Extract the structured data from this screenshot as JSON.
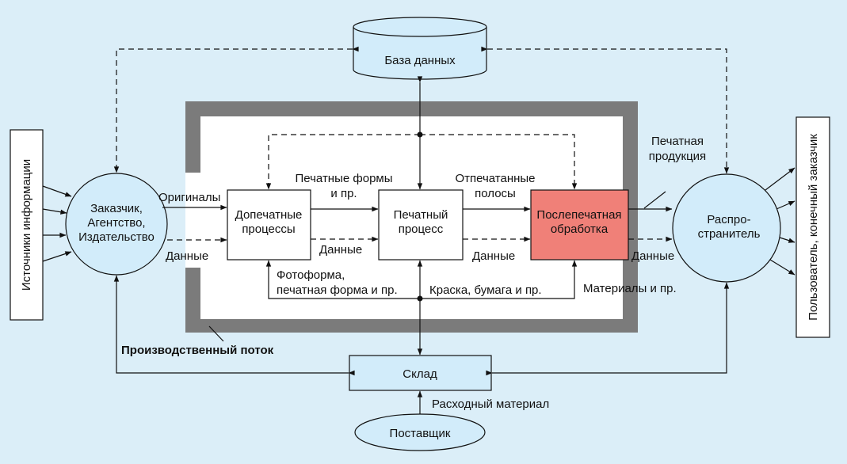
{
  "colors": {
    "background": "#dbeef8",
    "node_fill": "#d2ecfa",
    "box_fill": "#ffffff",
    "highlight_fill": "#f08078",
    "frame_gray": "#7b7b7b",
    "line": "#111111"
  },
  "nodes": {
    "sources": "Источники информации",
    "customer": [
      "Заказчик,",
      "Агентство,",
      "Издательство"
    ],
    "database": "База данных",
    "prepress": [
      "Допечатные",
      "процессы"
    ],
    "press": [
      "Печатный",
      "процесс"
    ],
    "postpress": [
      "Послепечатная",
      "обработка"
    ],
    "distributor": [
      "Распро-",
      "странитель"
    ],
    "end_user": "Пользователь, конечный заказчик",
    "warehouse": "Склад",
    "supplier": "Поставщик"
  },
  "labels": {
    "originals": "Оригиналы",
    "data_1": "Данные",
    "data_2": "Данные",
    "data_3": "Данные",
    "data_4": "Данные",
    "printing_plates": [
      "Печатные формы",
      "и пр."
    ],
    "printed_sheets": [
      "Отпечатанные",
      "полосы"
    ],
    "printed_products": [
      "Печатная",
      "продукция"
    ],
    "photoform": [
      "Фотоформа,",
      "печатная форма и пр."
    ],
    "ink_paper": "Краска, бумага и пр.",
    "materials": "Материалы и пр.",
    "production_flow": "Производственный поток",
    "consumables": "Расходный материал"
  }
}
